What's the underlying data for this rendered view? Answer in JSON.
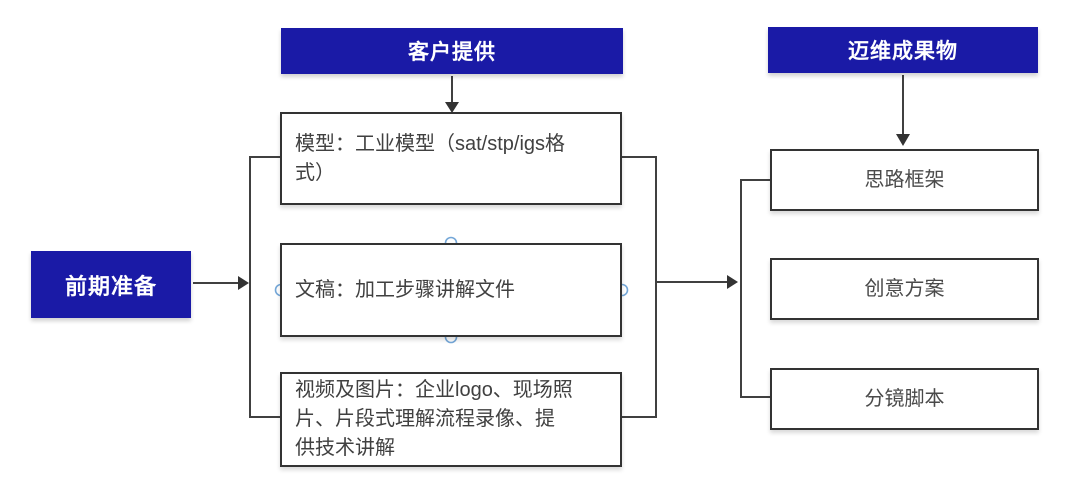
{
  "diagram": {
    "stage": {
      "label": "前期准备"
    },
    "customer": {
      "header": "客户提供",
      "items": [
        {
          "text": "模型：工业模型（sat/stp/igs格式）",
          "selected": false
        },
        {
          "text": "文稿：加工步骤讲解文件",
          "selected": true
        },
        {
          "text": "视频及图片：企业logo、现场照片、片段式理解流程录像、提供技术讲解",
          "selected": false
        }
      ]
    },
    "deliverables": {
      "header": "迈维成果物",
      "items": [
        {
          "text": "思路框架"
        },
        {
          "text": "创意方案"
        },
        {
          "text": "分镜脚本"
        }
      ]
    },
    "colors": {
      "header_bg": "#1a1aa6",
      "header_text": "#ffffff",
      "box_border": "#333333",
      "box_text": "#404040",
      "connector": "#404040",
      "selection_handle": "#74a7d8"
    }
  }
}
